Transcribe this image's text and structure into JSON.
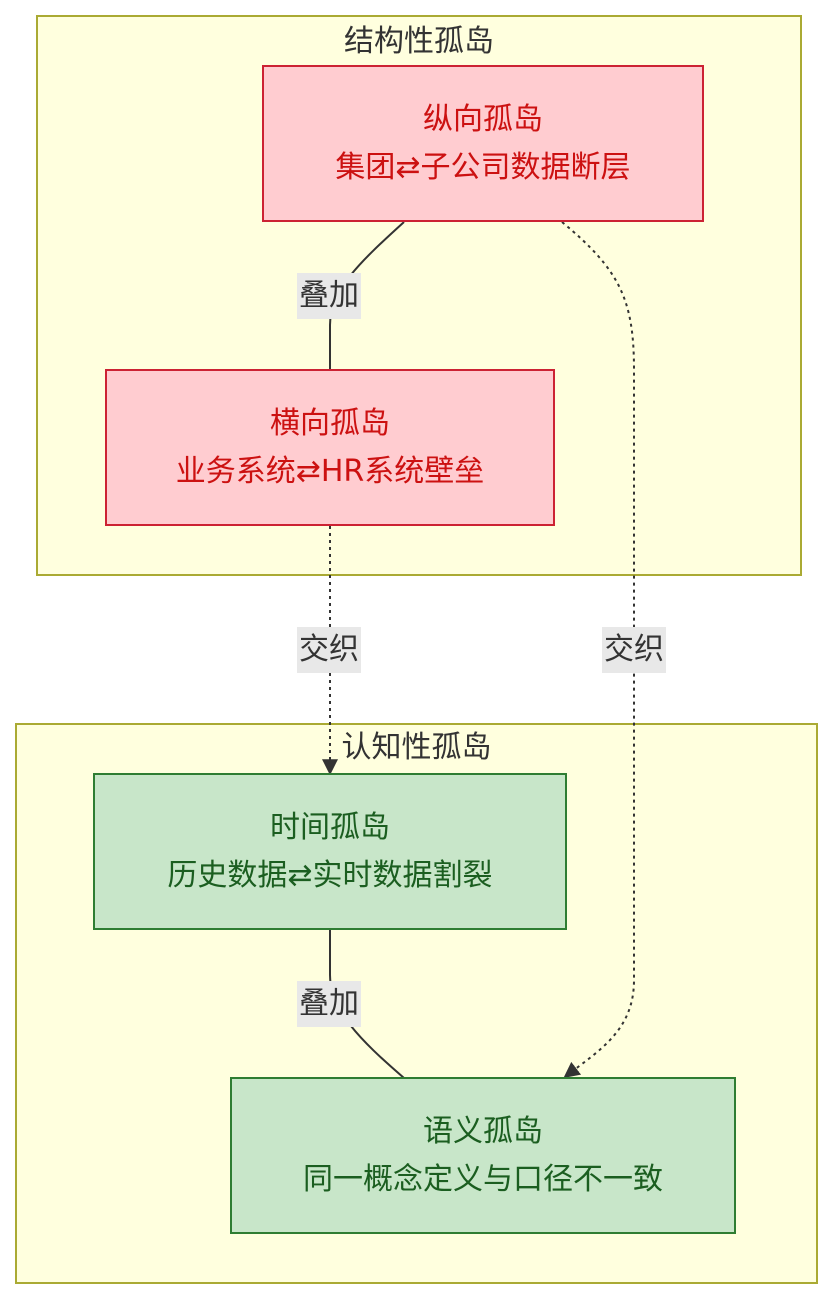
{
  "clusters": {
    "structural": {
      "title": "结构性孤岛"
    },
    "cognitive": {
      "title": "认知性孤岛"
    }
  },
  "nodes": {
    "vertical": {
      "title": "纵向孤岛",
      "desc": "集团⇄子公司数据断层"
    },
    "horizontal": {
      "title": "横向孤岛",
      "desc": "业务系统⇄HR系统壁垒"
    },
    "temporal": {
      "title": "时间孤岛",
      "desc": "历史数据⇄实时数据割裂"
    },
    "semantic": {
      "title": "语义孤岛",
      "desc": "同一概念定义与口径不一致"
    }
  },
  "edges": {
    "vertical_horizontal": "叠加",
    "horizontal_temporal": "交织",
    "vertical_semantic": "交织",
    "temporal_semantic": "叠加"
  },
  "colors": {
    "cluster_fill": "#ffffde",
    "cluster_border": "#aaaa33",
    "structural_node_fill": "#ffccd0",
    "structural_node_text": "#cc1111",
    "cognitive_node_fill": "#c8e6c9",
    "cognitive_node_text": "#1b5e20"
  }
}
